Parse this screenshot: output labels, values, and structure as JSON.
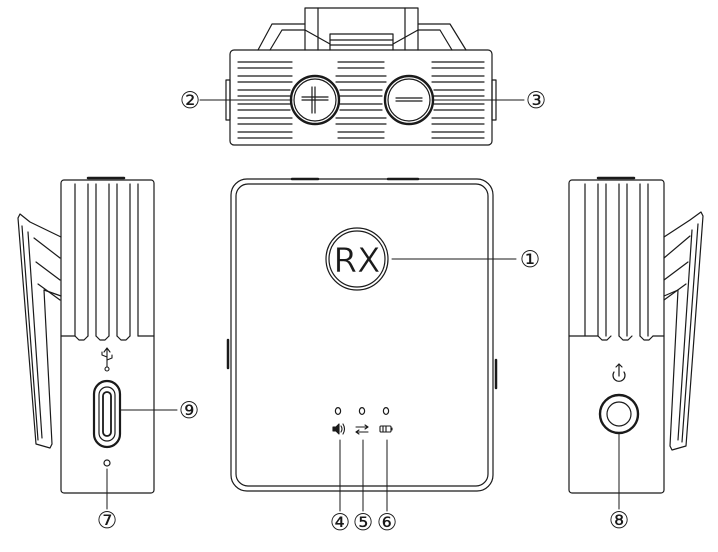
{
  "device": {
    "logo_text": "RX"
  },
  "callouts": [
    {
      "id": "1",
      "label": "①"
    },
    {
      "id": "2",
      "label": "②"
    },
    {
      "id": "3",
      "label": "③"
    },
    {
      "id": "4",
      "label": "④"
    },
    {
      "id": "5",
      "label": "⑤"
    },
    {
      "id": "6",
      "label": "⑥"
    },
    {
      "id": "7",
      "label": "⑦"
    },
    {
      "id": "8",
      "label": "⑧"
    },
    {
      "id": "9",
      "label": "⑨"
    }
  ],
  "icons": {
    "plus_button": "plus-icon",
    "minus_button": "minus-icon",
    "usb_port": "usb-icon",
    "power_button": "power-icon",
    "indicator_volume": "speaker-icon",
    "indicator_link": "link-arrows-icon",
    "indicator_battery": "battery-icon"
  }
}
